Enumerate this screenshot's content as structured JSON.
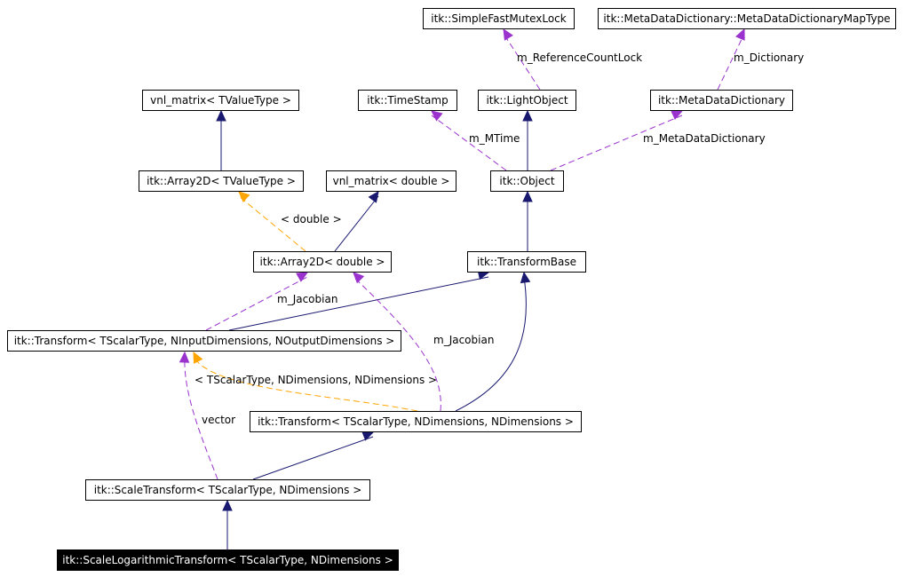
{
  "colors": {
    "inheritance": "#191970",
    "usage": "#9a32cd",
    "template": "#ffa500",
    "node_border": "#000000",
    "node_fill": "#ffffff",
    "current_fill": "#000000",
    "current_text": "#ffffff"
  },
  "nodes": {
    "simple_fast_mutex_lock": "itk::SimpleFastMutexLock",
    "meta_data_dictionary_map_type": "itk::MetaDataDictionary::MetaDataDictionaryMapType",
    "vnl_matrix_tvaluetype": "vnl_matrix< TValueType >",
    "time_stamp": "itk::TimeStamp",
    "light_object": "itk::LightObject",
    "meta_data_dictionary": "itk::MetaDataDictionary",
    "array2d_tvaluetype": "itk::Array2D< TValueType >",
    "vnl_matrix_double": "vnl_matrix< double >",
    "object": "itk::Object",
    "array2d_double": "itk::Array2D< double >",
    "transform_base": "itk::TransformBase",
    "transform_generic": "itk::Transform< TScalarType, NInputDimensions, NOutputDimensions >",
    "transform_ndims": "itk::Transform< TScalarType, NDimensions, NDimensions >",
    "scale_transform": "itk::ScaleTransform< TScalarType, NDimensions >",
    "scale_logarithmic_transform": "itk::ScaleLogarithmicTransform< TScalarType, NDimensions >"
  },
  "edge_labels": {
    "reference_count_lock": "m_ReferenceCountLock",
    "dictionary": "m_Dictionary",
    "mtime": "m_MTime",
    "meta_data_dictionary": "m_MetaDataDictionary",
    "double_param": "< double >",
    "jacobian_1": "m_Jacobian",
    "jacobian_2": "m_Jacobian",
    "template_params": "< TScalarType, NDimensions, NDimensions >",
    "vector": "vector"
  }
}
